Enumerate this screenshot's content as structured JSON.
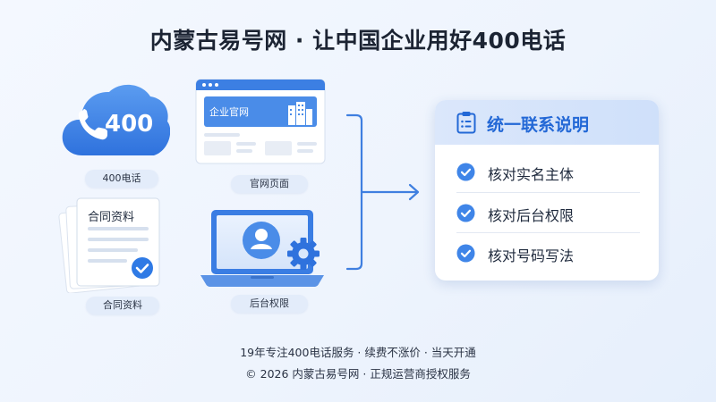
{
  "header": {
    "title": "内蒙古易号网 · 让中国企业用好400电话"
  },
  "icons": {
    "phone_cloud": {
      "number": "400",
      "label": "400电话"
    },
    "website": {
      "banner": "企业官网",
      "label": "官网页面"
    },
    "contract": {
      "doc_title": "合同资料",
      "label": "合同资料"
    },
    "backend": {
      "label": "后台权限"
    }
  },
  "info_card": {
    "title": "统一联系说明",
    "items": [
      {
        "label": "核对实名主体"
      },
      {
        "label": "核对后台权限"
      },
      {
        "label": "核对号码写法"
      }
    ]
  },
  "footer": {
    "line1": "19年专注400电话服务 · 续费不涨价 · 当天开通",
    "line2": "© 2026 内蒙古易号网 · 正规运营商授权服务"
  },
  "colors": {
    "accent": "#2f7ae5",
    "card_title": "#2368d6",
    "pill_bg": "#e3ecfa"
  }
}
